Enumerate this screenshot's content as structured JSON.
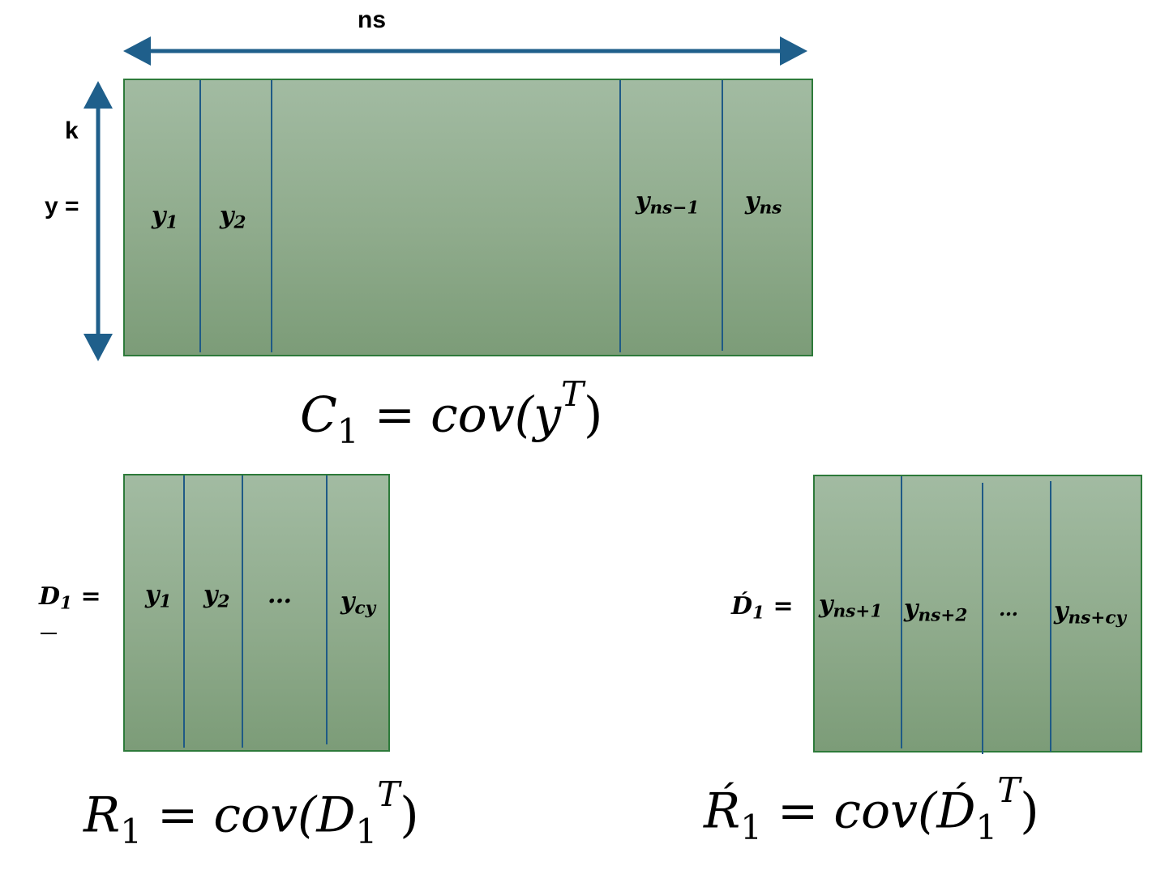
{
  "top": {
    "width_label": "ns",
    "height_label": "k",
    "matrix_label": "y =",
    "columns": [
      {
        "base": "y",
        "sub": "1"
      },
      {
        "base": "y",
        "sub": "2"
      },
      {
        "base": "y",
        "sub": "ns−1"
      },
      {
        "base": "y",
        "sub": "ns"
      }
    ],
    "equation": {
      "lhs": "C",
      "lhs_sub": "1",
      "eq": " = ",
      "func": "cov(",
      "arg": "y",
      "sup": "T",
      "close": ")"
    }
  },
  "left": {
    "label": {
      "base": "D",
      "sub": "1",
      "tail": " ="
    },
    "columns": [
      {
        "base": "y",
        "sub": "1"
      },
      {
        "base": "y",
        "sub": "2"
      },
      {
        "base": "…",
        "sub": ""
      },
      {
        "base": "y",
        "sub": "cy"
      }
    ],
    "equation": {
      "lhs": "R",
      "lhs_sub": "1",
      "eq": " = ",
      "func": "cov(",
      "arg": "D",
      "arg_sub": "1",
      "sup": "T",
      "close": ")"
    }
  },
  "right": {
    "label": {
      "base": "D́",
      "sub": "1",
      "tail": " ="
    },
    "columns": [
      {
        "base": "y",
        "sub": "ns+1"
      },
      {
        "base": "y",
        "sub": "ns+2"
      },
      {
        "base": "…",
        "sub": ""
      },
      {
        "base": "y",
        "sub": "ns+cy"
      }
    ],
    "equation": {
      "lhs": "Ŕ",
      "lhs_sub": "1",
      "eq": " = ",
      "func": "cov(",
      "arg": "D́",
      "arg_sub": "1",
      "sup": "T",
      "close": ")"
    }
  },
  "colors": {
    "arrow": "#1f5f8b",
    "divider": "#1f5a86",
    "matrix_border": "#2d7a3a"
  }
}
